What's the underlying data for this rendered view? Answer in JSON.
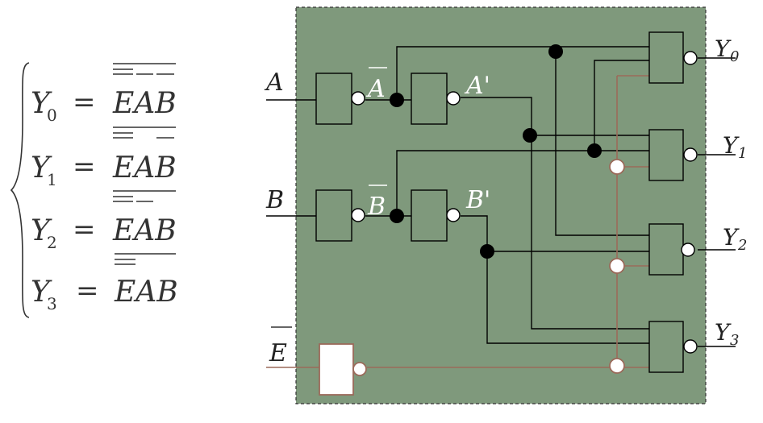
{
  "equations": [
    {
      "lhs": "Y",
      "sub": "0",
      "eq": "=",
      "rhs": "EAB"
    },
    {
      "lhs": "Y",
      "sub": "1",
      "eq": "=",
      "rhs": "EAB"
    },
    {
      "lhs": "Y",
      "sub": "2",
      "eq": "=",
      "rhs": "EAB"
    },
    {
      "lhs": "Y",
      "sub": "3",
      "eq": "=",
      "rhs": "EAB"
    }
  ],
  "circuit": {
    "inputs": {
      "a": "A",
      "b": "B",
      "e": "E"
    },
    "inverted": {
      "a_bar": "A",
      "b_bar": "B"
    },
    "buffered": {
      "a_prime": "A'",
      "b_prime": "B'"
    },
    "outputs": [
      {
        "label": "Y",
        "sub": "0"
      },
      {
        "label": "Y",
        "sub": "1"
      },
      {
        "label": "Y",
        "sub": "2"
      },
      {
        "label": "Y",
        "sub": "3"
      }
    ]
  },
  "colors": {
    "panel": "#7f997c",
    "enable_wire": "#9b6a5a"
  }
}
